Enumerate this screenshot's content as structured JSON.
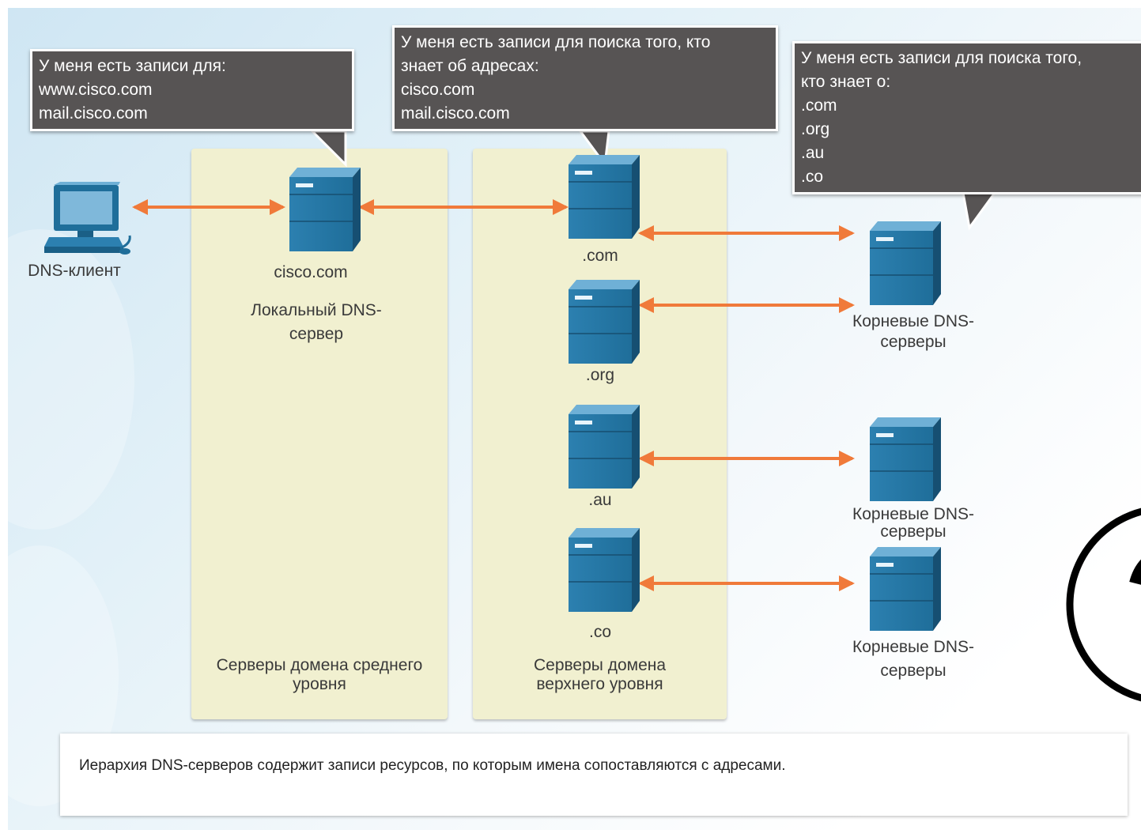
{
  "colors": {
    "panel": "#f1f0d0",
    "callout_bg": "#575454",
    "arrow": "#f07a3a",
    "server_blue": "#1f6e9a"
  },
  "callouts": {
    "local": [
      "У меня есть записи для:",
      "www.cisco.com",
      "mail.cisco.com"
    ],
    "com": [
      "У меня есть записи для поиска того, кто",
      "знает об адресах:",
      "cisco.com",
      "mail.cisco.com"
    ],
    "root": [
      "У меня есть записи для поиска того,",
      "кто знает о:",
      ".com",
      ".org",
      ".au",
      ".co"
    ]
  },
  "client": {
    "label": "DNS-клиент",
    "icon": "computer-icon"
  },
  "local_server": {
    "name": "cisco.com",
    "role_line1": "Локальный DNS-",
    "role_line2": "сервер"
  },
  "tld_servers": [
    ".com",
    ".org",
    ".au",
    ".co"
  ],
  "root_servers": [
    {
      "line1": "Корневые DNS-",
      "line2": "серверы"
    },
    {
      "line1": "Корневые DNS-",
      "line2": "серверы"
    },
    {
      "line1": "Корневые DNS-",
      "line2": "серверы"
    }
  ],
  "panels": {
    "mid": {
      "line1": "Серверы домена среднего",
      "line2": "уровня"
    },
    "top": {
      "line1": "Серверы домена",
      "line2": "верхнего уровня"
    }
  },
  "caption": "Иерархия DNS-серверов содержит записи ресурсов, по которым имена сопоставляются с адресами."
}
